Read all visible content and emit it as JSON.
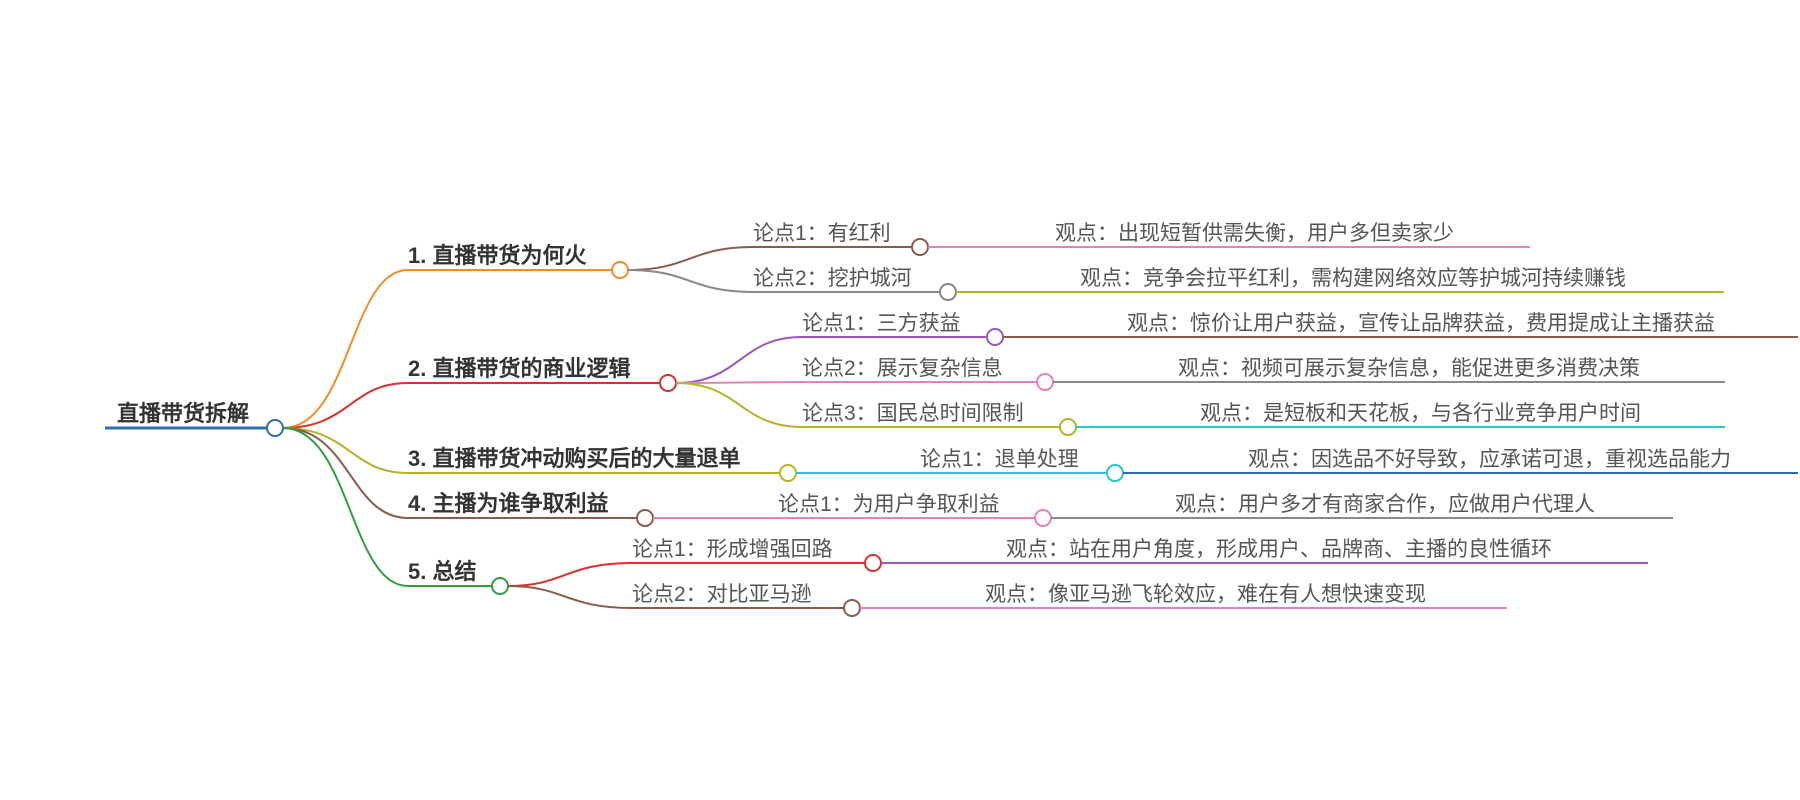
{
  "colors": {
    "root": "#2f6db0",
    "branch_1": "#f28c28",
    "branch_2": "#d9302c",
    "branch_3": "#b8b12a",
    "branch_4": "#8b5a4a",
    "branch_5": "#2e9e3e",
    "brown": "#8b5a4a",
    "gray": "#888888",
    "olive": "#b8b12a",
    "purple": "#9b59b6",
    "pink": "#e77fbd",
    "cyan": "#28c3d4",
    "blue": "#2f6db0",
    "red": "#d9302c"
  },
  "root": {
    "label": "直播带货拆解"
  },
  "branches": [
    {
      "label": "1. 直播带货为何火",
      "children": [
        {
          "label": "论点1：有红利",
          "detail": "观点：出现短暂供需失衡，用户多但卖家少"
        },
        {
          "label": "论点2：挖护城河",
          "detail": "观点：竞争会拉平红利，需构建网络效应等护城河持续赚钱"
        }
      ]
    },
    {
      "label": "2. 直播带货的商业逻辑",
      "children": [
        {
          "label": "论点1：三方获益",
          "detail": "观点：惊价让用户获益，宣传让品牌获益，费用提成让主播获益"
        },
        {
          "label": "论点2：展示复杂信息",
          "detail": "观点：视频可展示复杂信息，能促进更多消费决策"
        },
        {
          "label": "论点3：国民总时间限制",
          "detail": "观点：是短板和天花板，与各行业竞争用户时间"
        }
      ]
    },
    {
      "label": "3. 直播带货冲动购买后的大量退单",
      "children": [
        {
          "label": "论点1：退单处理",
          "detail": "观点：因选品不好导致，应承诺可退，重视选品能力"
        }
      ]
    },
    {
      "label": "4. 主播为谁争取利益",
      "children": [
        {
          "label": "论点1：为用户争取利益",
          "detail": "观点：用户多才有商家合作，应做用户代理人"
        }
      ]
    },
    {
      "label": "5. 总结",
      "children": [
        {
          "label": "论点1：形成增强回路",
          "detail": "观点：站在用户角度，形成用户、品牌商、主播的良性循环"
        },
        {
          "label": "论点2：对比亚马逊",
          "detail": "观点：像亚马逊飞轮效应，难在有人想快速变现"
        }
      ]
    }
  ]
}
